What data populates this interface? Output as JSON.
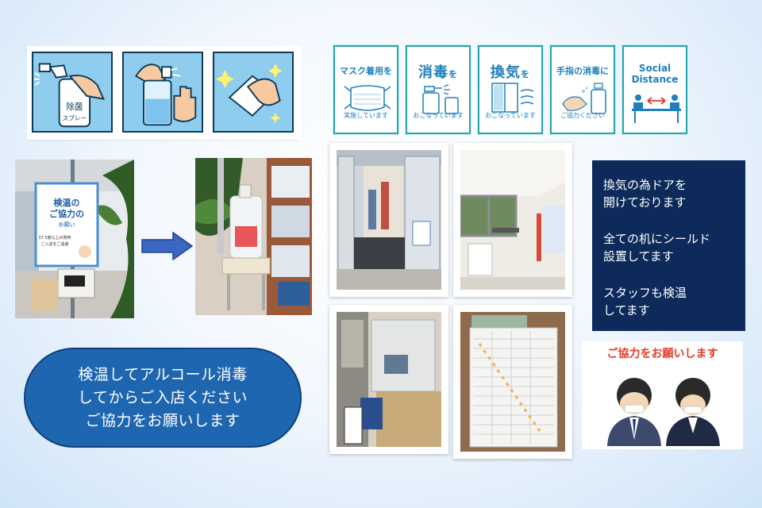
{
  "hygiene_icons": {
    "spray_label_1": "除菌",
    "spray_label_2": "スプレー",
    "icons": [
      "spray-bottle-icon",
      "hand-sanitizer-icon",
      "wiping-cloth-icon"
    ]
  },
  "rule_signs": [
    {
      "heading": "マスク着用を",
      "footer": "実施しています",
      "icon": "mask-icon"
    },
    {
      "heading": "消毒",
      "particle": "を",
      "footer": "おこなっています",
      "icon": "disinfectant-bottle-icon"
    },
    {
      "heading": "換気",
      "particle": "を",
      "footer": "おこなっています",
      "icon": "window-ventilation-icon"
    },
    {
      "heading": "手指の消毒に",
      "footer": "ご協力ください",
      "icon": "hand-sanitizer-icon"
    },
    {
      "heading_line1": "Social",
      "heading_line2": "Distance",
      "icon": "distanced-desks-icon"
    }
  ],
  "photo_sign": {
    "title_1": "検温の",
    "title_2": "ご協力の",
    "title_3": "お願い",
    "note_1": "37.5度以上の発熱",
    "note_2": "ご入店をご遠慮"
  },
  "notice": {
    "text": "検温してアルコール消毒\nしてからご入店ください\nご協力をお願いします"
  },
  "info": {
    "line1": "換気の為ドアを\n開けております",
    "line2": "全ての机にシールド\n設置してます",
    "line3": "スタッフも検温\nしてます"
  },
  "request": {
    "title": "ご協力をお願いします"
  },
  "colors": {
    "info_bg": "#0d2a5a",
    "pill_bg": "#1f66b1",
    "sign_border": "#23a6ad",
    "sign_text": "#1e7fbc",
    "request_red": "#e23a2a",
    "arrow": "#3a66c4"
  }
}
